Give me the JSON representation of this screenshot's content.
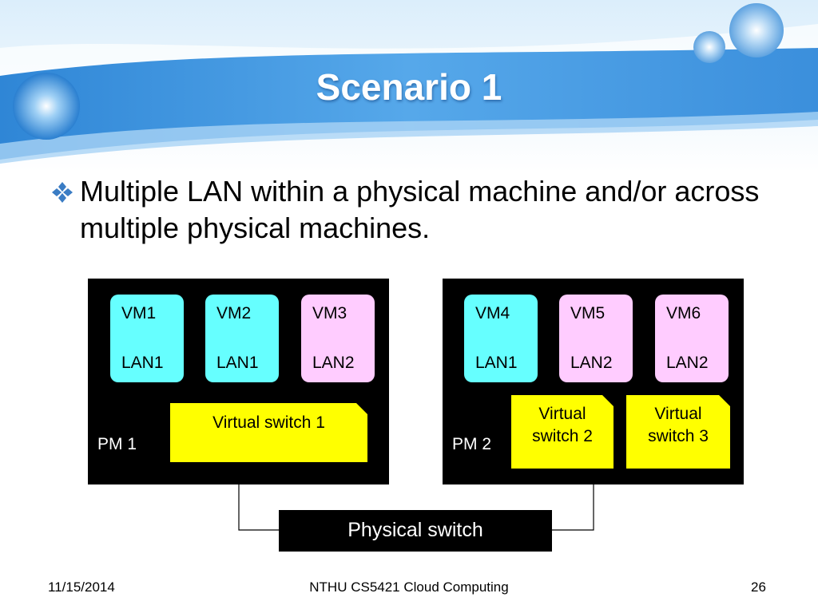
{
  "slide": {
    "title": "Scenario 1",
    "bullet": "Multiple LAN within a physical machine and/or across multiple physical machines.",
    "bullet_icon": "diamond-bullet-icon"
  },
  "diagram": {
    "pm1": {
      "label": "PM 1",
      "vms": [
        {
          "name": "VM1",
          "lan": "LAN1",
          "color": "#66ffff"
        },
        {
          "name": "VM2",
          "lan": "LAN1",
          "color": "#66ffff"
        },
        {
          "name": "VM3",
          "lan": "LAN2",
          "color": "#ffccff"
        }
      ],
      "switch": "Virtual switch 1"
    },
    "pm2": {
      "label": "PM 2",
      "vms": [
        {
          "name": "VM4",
          "lan": "LAN1",
          "color": "#66ffff"
        },
        {
          "name": "VM5",
          "lan": "LAN2",
          "color": "#ffccff"
        },
        {
          "name": "VM6",
          "lan": "LAN2",
          "color": "#ffccff"
        }
      ],
      "switch2_line1": "Virtual",
      "switch2_line2": "switch 2",
      "switch3_line1": "Virtual",
      "switch3_line2": "switch 3"
    },
    "physical_switch": "Physical switch",
    "colors": {
      "lan1": "#66ffff",
      "lan2": "#ffccff",
      "switch": "#ffff00",
      "machine": "#000000"
    }
  },
  "footer": {
    "date": "11/15/2014",
    "course": "NTHU CS5421 Cloud Computing",
    "page": "26"
  }
}
